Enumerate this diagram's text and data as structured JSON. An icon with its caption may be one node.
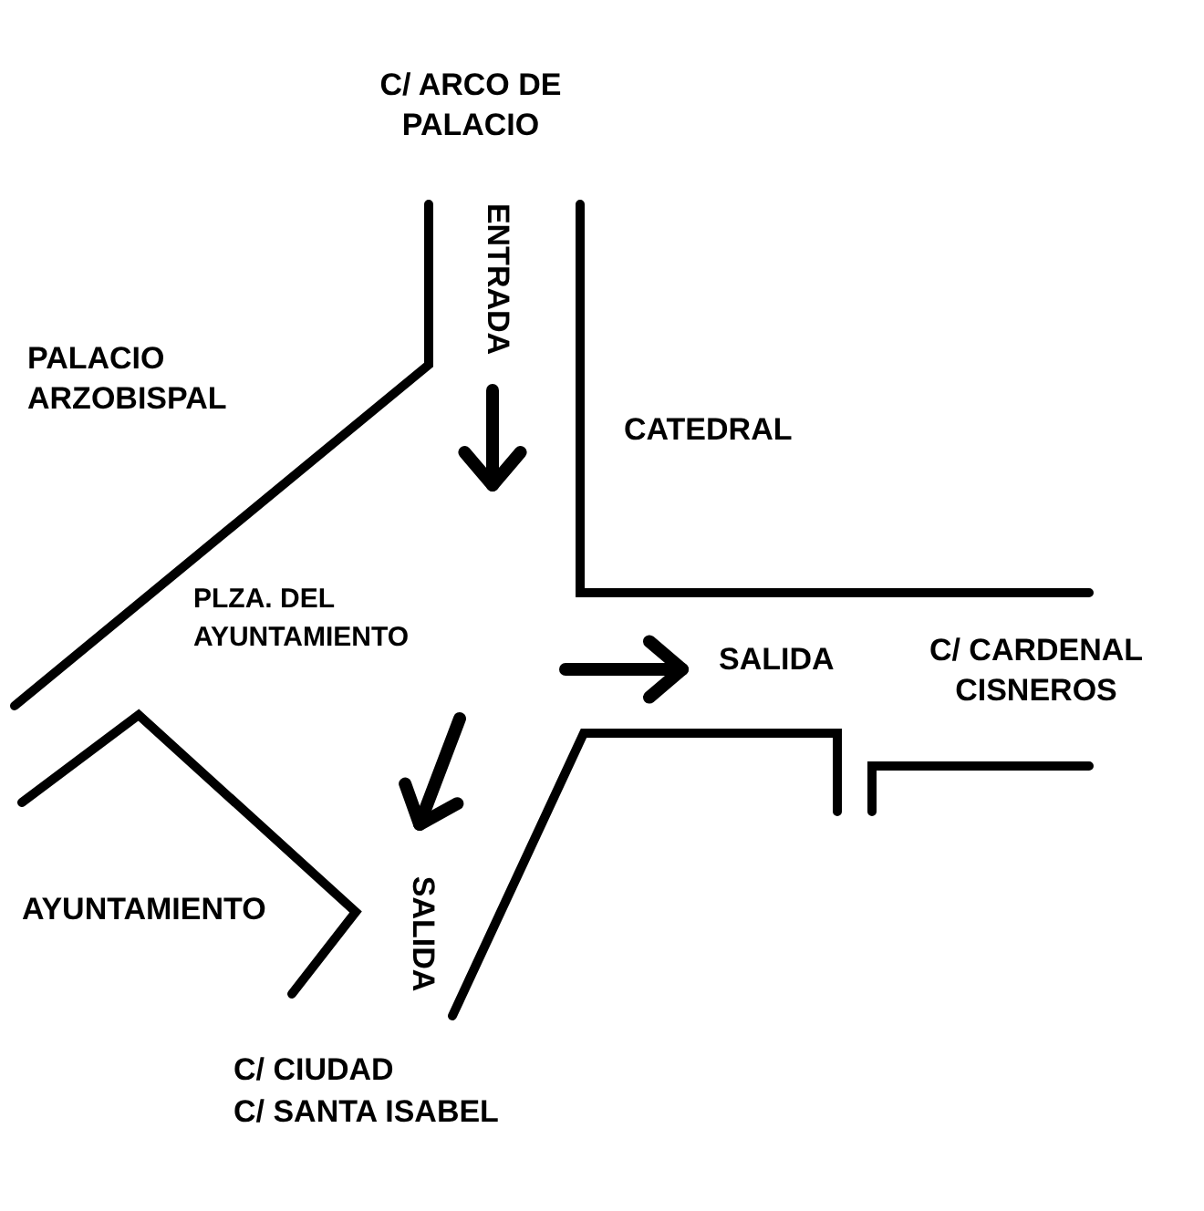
{
  "diagram": {
    "labels": [
      "C/ ARCO DE PALACIO",
      "ENTRADA",
      "PALACIO ARZOBISPAL",
      "CATEDRAL",
      "PLZA. DEL AYUNTAMIENTO",
      "SALIDA",
      "C/ CARDENAL CISNEROS",
      "AYUNTAMIENTO",
      "SALIDA",
      "C/ CIUDAD",
      "C/ SANTA ISABEL"
    ]
  }
}
